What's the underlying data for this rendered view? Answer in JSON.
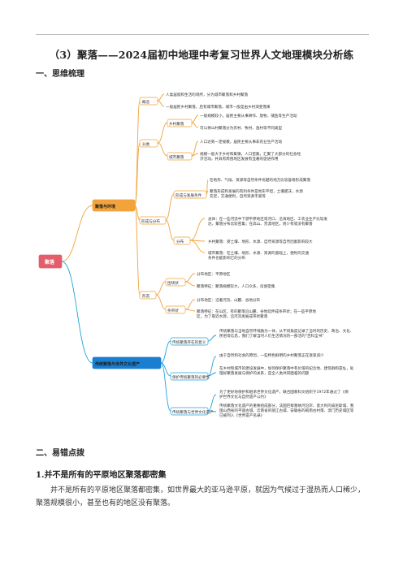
{
  "page": {
    "title": "（3）聚落——2024届初中地理中考复习世界人文地理模块分析练",
    "section1_heading": "一、思维梳理",
    "section2_heading": "二、易错点拨",
    "point1_heading": "1.并不是所有的平原地区聚落都密集",
    "point1_text": "并不是所有的平原地区聚落都密集，如世界最大的亚马逊平原，就因为气候过于湿热而人口稀少，聚落规模很小，甚至也有的地区没有聚落。"
  },
  "mindmap": {
    "root": "聚落",
    "branch1": "聚落与环境",
    "branch2": "传统聚落与世界文化遗产",
    "concept_label": "概念",
    "concept_items": [
      "人类居留和生活的场所，分为城市聚落和乡村聚落",
      "一般居民乡村聚落，后有城市聚落，城市一般是由乡村演变而来"
    ],
    "classify_label": "分类",
    "rural_label": "乡村聚落",
    "rural_items": [
      "一般规模较小，居民主要从事耕作、放牧、捕鱼等生产活动",
      "可以将山村聚落分为农村、牧村、渔村等不同类型"
    ],
    "urban_label": "城市聚落",
    "urban_items": [
      "人口达到一定规模，居民主要从事非农业生产活动",
      "规模一般大于乡村和集镇，人口密集，汇聚了大部分的社会经济活动，并具有周围地区发展有显著的促进作用"
    ],
    "form_label": "形成与分布",
    "cond_label": "形成与发展条件",
    "cond_items": [
      "在地形、气候、资源等自然条件优越的地方比较容易形成聚落",
      "聚落形成和发展的有利条件是地形平坦，土壤肥沃，水源充足，交通便利，自然资源丰富等"
    ],
    "dist_label": "分布",
    "dist_items": [
      "总体：在一些河流中下游平原地区或河口、沿海地区、工农业生产比较发达，聚落分布比较密集；在高山、荒漠地区，则少有或没有聚落",
      "乡村聚落：受土壤、地形、水源、自然资源等自然因素影响较大",
      "城市聚落：在土壤、地形、水源、资源的基础上，便利的交通条件也能影响它的分布"
    ],
    "shape_label": "形态",
    "cluster_label": "团块状",
    "cluster_items": [
      "分布地区：平原地区",
      "聚落特征：聚落规模较大，人口众多，房屋密集"
    ],
    "strip_label": "条带状",
    "strip_items": [
      "分布地区：沿着河流、山麓、谷地分布",
      "聚落特征：在山区，有的聚落沿山麓、谷地延伸成条带状；在一些平原地区，为了靠近水源，沿河流发展成带状聚落"
    ],
    "meaning_label": "传统聚落存在的意义",
    "meaning_item": "传统聚落与当地自然环境融为一体，从不同角度记录了当时的历史、政治、文化、民俗等信息，我们了解当时人们生活情况的一部活的“百科全书”",
    "protect_label": "保护传统聚落的必要性",
    "protect_items": [
      "由于自然和社会的原因，一些特色鲜明的乡村聚落正在逐渐减少",
      "在乡村和城市的建设发展中，如何保护聚落中有价值的纪念地、建筑群和遗址，处理好聚落发展与保护的关系，是全人类共同面临的问题"
    ],
    "heritage_label": "传统聚落与世界文化遗产",
    "heritage_items": [
      "为了更好地保护和继承世界文化遗产，联合国教科文组织于1972年通过了《保护世界文化与自然遗产公约》",
      "传统聚落文化遗产的重要组成部分，法国巴黎塞纳河沿岸、意大利的威尼斯城、我国山西省的平遥古城、云南省的丽江古城、安徽省的皖南古村落、澳门历史城区等已被列入《世界遗产名录》"
    ]
  },
  "colors": {
    "root": "#e35d6a",
    "branch1": "#f2a33a",
    "branch2": "#1b7fd1",
    "line_top": "#f2a33a",
    "line_bottom": "#22a3d9"
  }
}
